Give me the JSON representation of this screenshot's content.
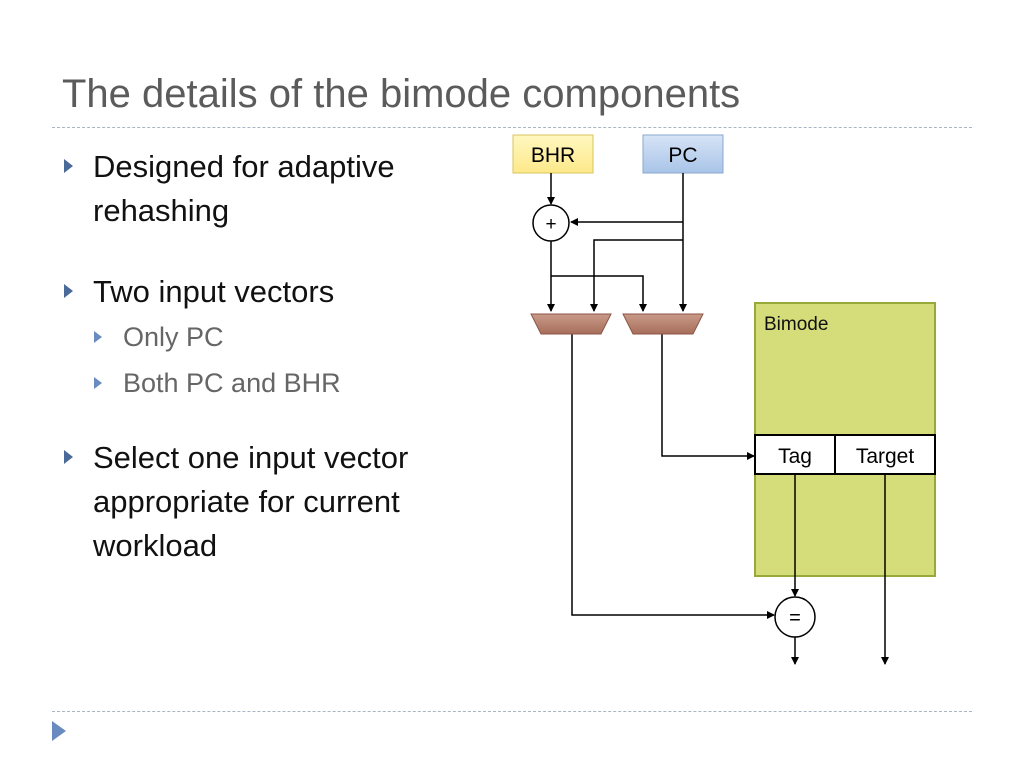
{
  "slide": {
    "title": "The details of the bimode components",
    "bullets": [
      {
        "text": "Designed for adaptive rehashing",
        "line1": "Designed for adaptive",
        "line2": "rehashing"
      },
      {
        "text": "Two input vectors",
        "subs": [
          "Only PC",
          "Both PC and BHR"
        ]
      },
      {
        "text": "Select one input vector appropriate for current workload",
        "line1": "Select one input vector",
        "line2": "appropriate for current",
        "line3": "workload"
      }
    ]
  },
  "diagram": {
    "bhr_label": "BHR",
    "pc_label": "PC",
    "adder_symbol": "+",
    "compare_symbol": "=",
    "bimode_label": "Bimode",
    "tag_label": "Tag",
    "target_label": "Target",
    "colors": {
      "bhr_fill": "#fdf09a",
      "pc_fill": "#bcd3ee",
      "mux_fill": "#b87e6b",
      "bimode_fill": "#d4dd7a",
      "bimode_stroke": "#98a93a"
    }
  }
}
